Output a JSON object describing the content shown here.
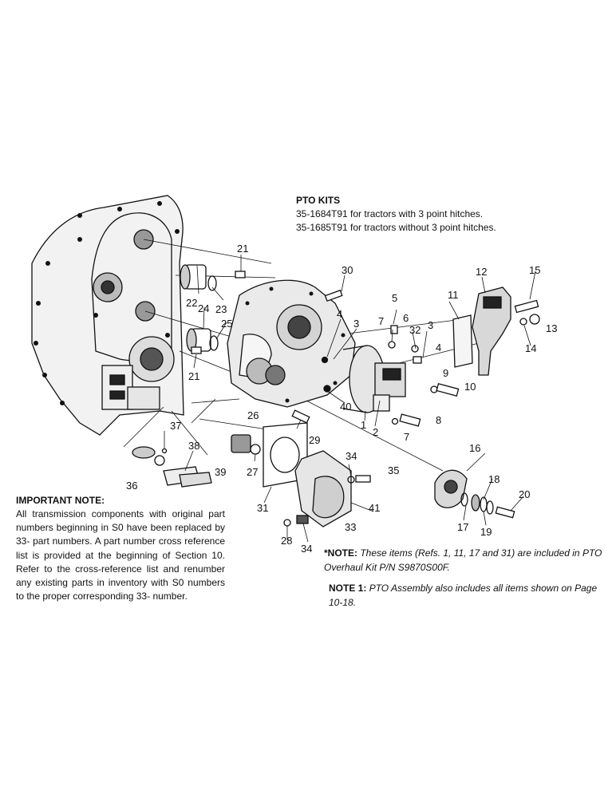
{
  "pto_kits": {
    "title": "PTO KITS",
    "line1": "35-1684T91 for tractors with 3 point hitches.",
    "line2": "35-1685T91 for tractors without 3 point hitches."
  },
  "important_note": {
    "title": "IMPORTANT NOTE:",
    "body": "All transmission components with original part numbers beginning in S0 have been replaced by 33- part numbers. A part number cross reference list is provided at the beginning of Section 10. Refer to the cross-reference list and renumber any existing parts in inventory with S0 numbers to the proper corresponding 33- number."
  },
  "star_note": {
    "label": "*NOTE:",
    "text": "These items (Refs. 1, 11, 17 and 31) are included in PTO Overhaul Kit P/N S9870S00F."
  },
  "note1": {
    "label": "NOTE 1:",
    "text": "PTO Assembly also includes all items shown on Page 10-18."
  },
  "callouts": {
    "c1": "1",
    "c2": "2",
    "c3a": "3",
    "c3b": "3",
    "c4a": "4",
    "c4b": "4",
    "c5": "5",
    "c6": "6",
    "c7a": "7",
    "c7b": "7",
    "c8": "8",
    "c9": "9",
    "c10": "10",
    "c11": "11",
    "c12": "12",
    "c13": "13",
    "c14": "14",
    "c15": "15",
    "c16": "16",
    "c17": "17",
    "c18": "18",
    "c19": "19",
    "c20": "20",
    "c21a": "21",
    "c21b": "21",
    "c22": "22",
    "c23": "23",
    "c24": "24",
    "c25": "25",
    "c26": "26",
    "c27": "27",
    "c28": "28",
    "c29": "29",
    "c30": "30",
    "c31": "31",
    "c32": "32",
    "c33": "33",
    "c34a": "34",
    "c34b": "34",
    "c35": "35",
    "c36": "36",
    "c37": "37",
    "c38": "38",
    "c39": "39",
    "c40": "40",
    "c41": "41"
  }
}
